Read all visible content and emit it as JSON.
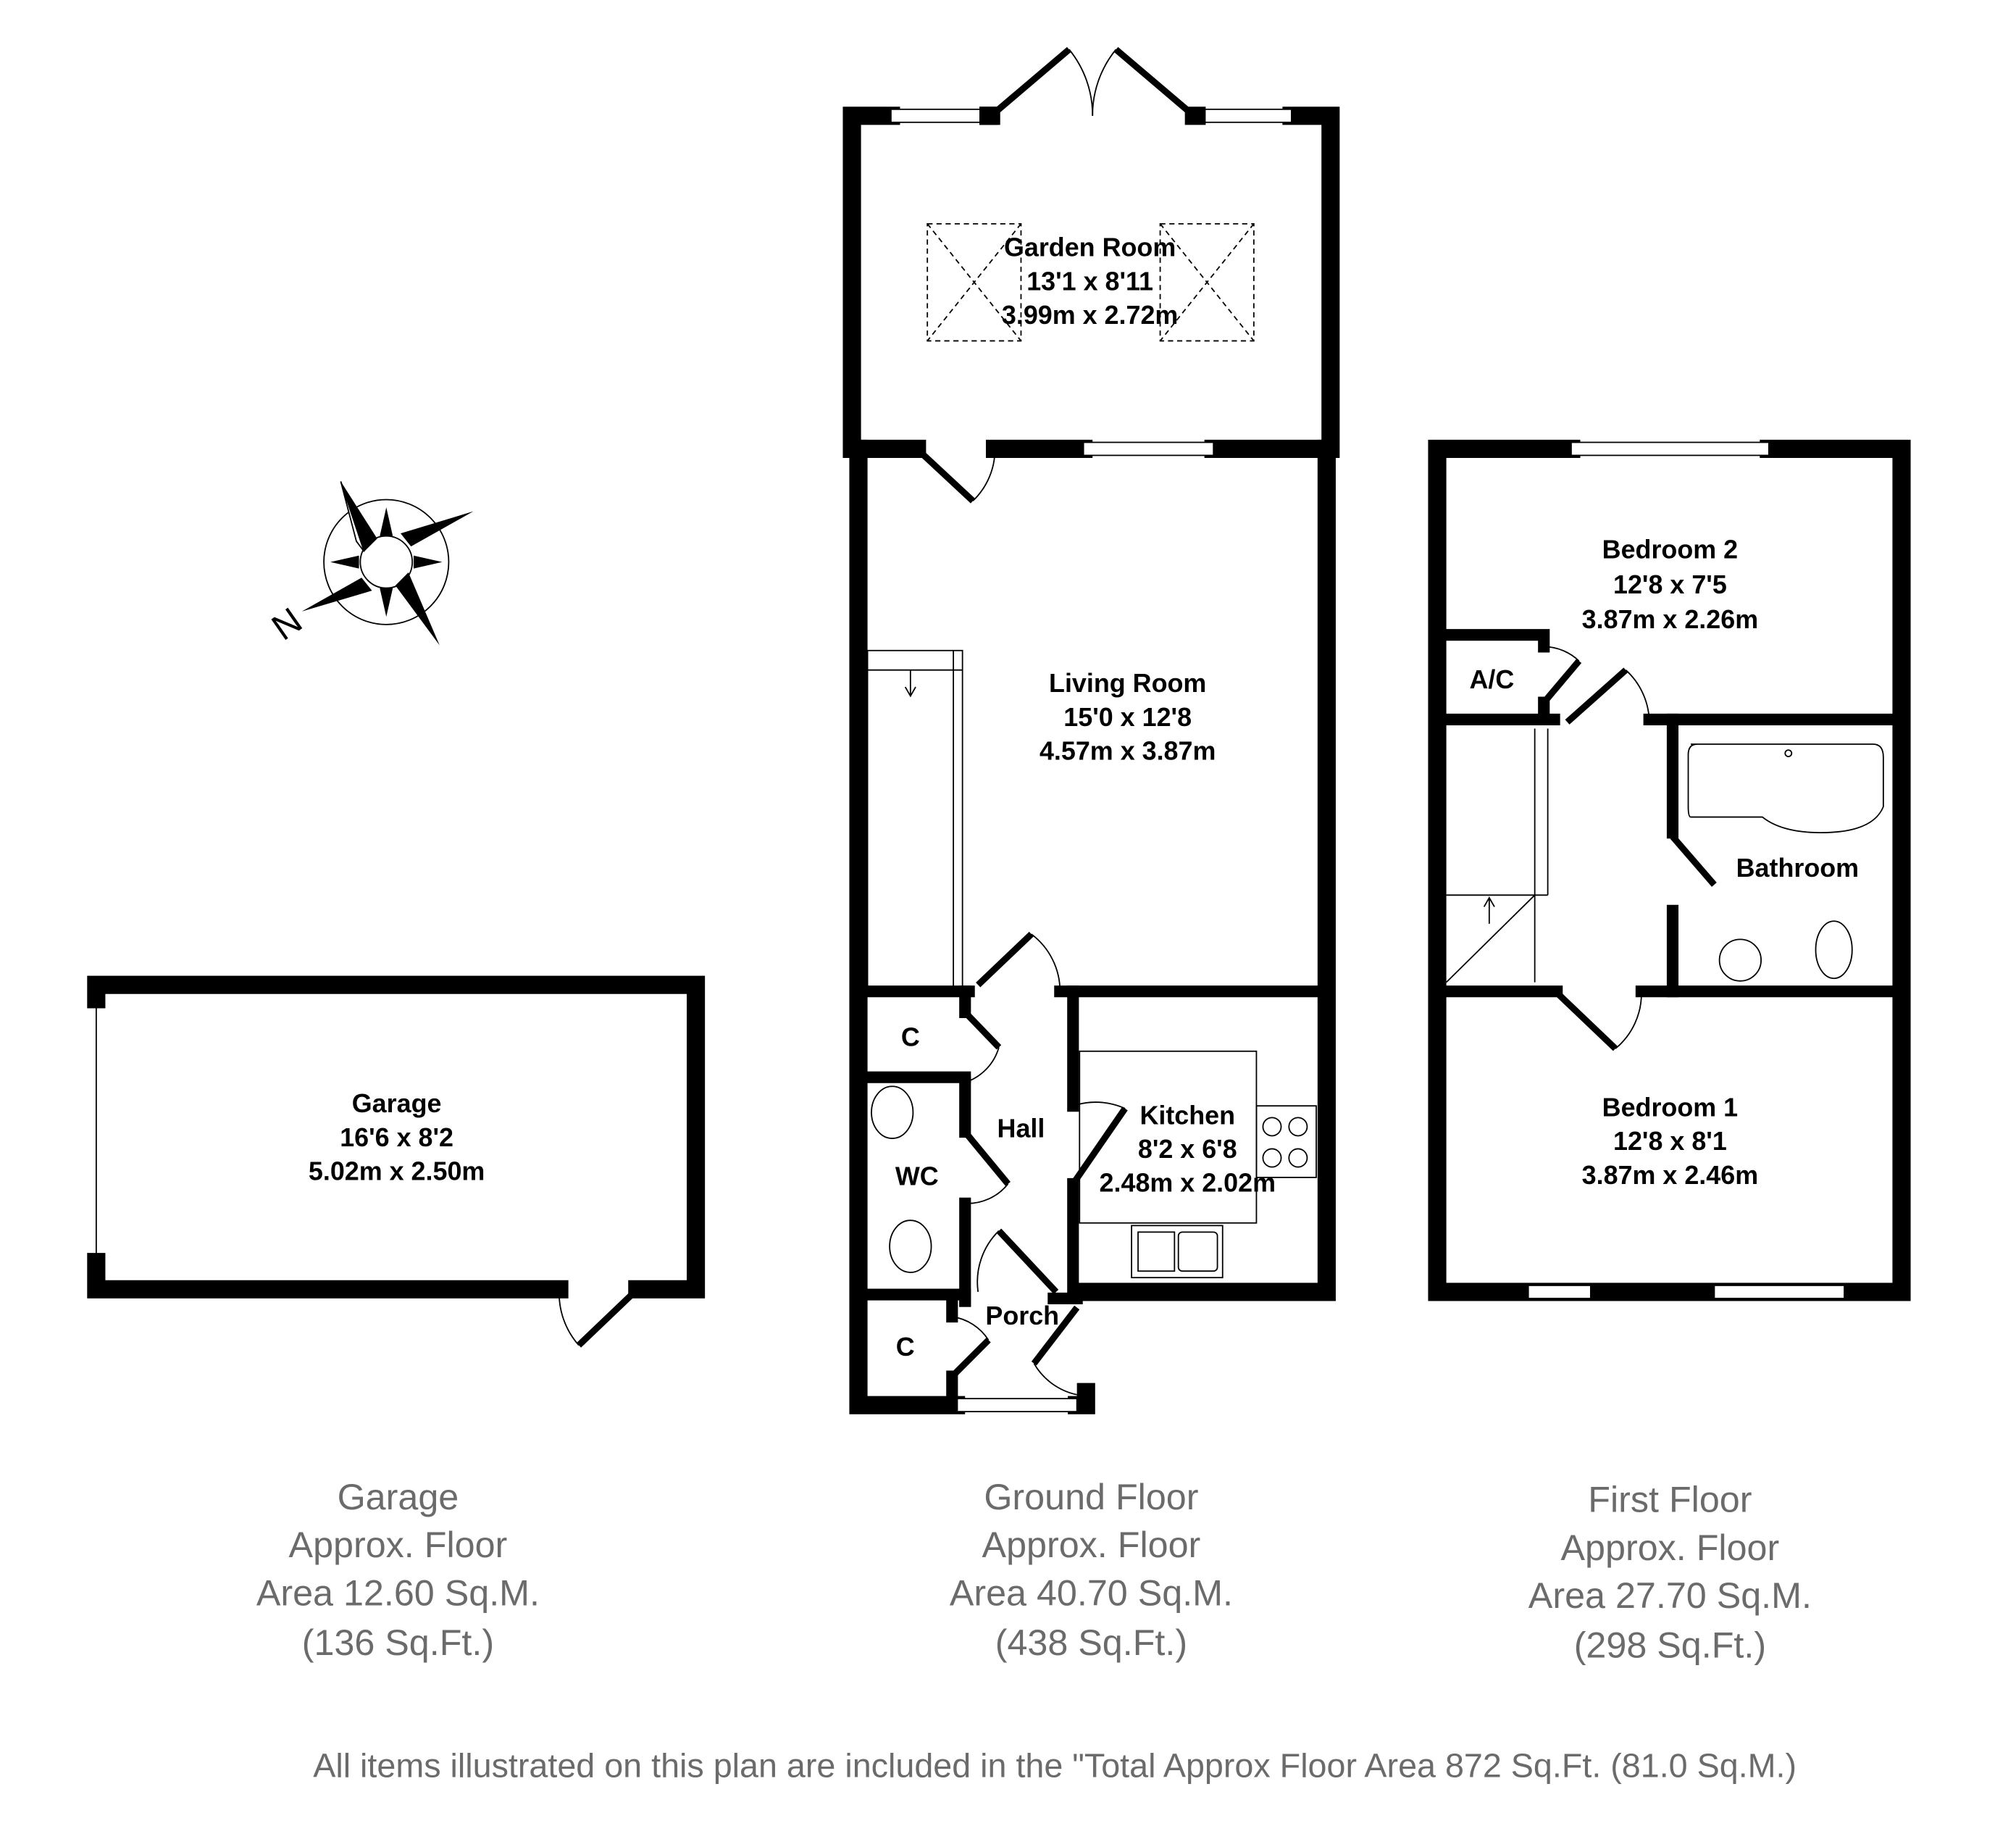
{
  "compass": {
    "label": "N"
  },
  "garage": {
    "name": "Garage",
    "imperial": "16'6 x 8'2",
    "metric": "5.02m x 2.50m"
  },
  "ground_floor": {
    "garden_room": {
      "name": "Garden Room",
      "imperial": "13'1 x 8'11",
      "metric": "3.99m x 2.72m"
    },
    "living_room": {
      "name": "Living Room",
      "imperial": "15'0 x 12'8",
      "metric": "4.57m x 3.87m"
    },
    "kitchen": {
      "name": "Kitchen",
      "imperial": "8'2 x 6'8",
      "metric": "2.48m x 2.02m"
    },
    "hall": "Hall",
    "wc": "WC",
    "porch": "Porch",
    "cupboard1": "C",
    "cupboard2": "C"
  },
  "first_floor": {
    "bedroom2": {
      "name": "Bedroom 2",
      "imperial": "12'8 x 7'5",
      "metric": "3.87m x 2.26m"
    },
    "bedroom1": {
      "name": "Bedroom 1",
      "imperial": "12'8 x 8'1",
      "metric": "3.87m x 2.46m"
    },
    "bathroom": "Bathroom",
    "airing_cupboard": "A/C"
  },
  "areas": {
    "garage": [
      "Garage",
      "Approx. Floor",
      "Area 12.60 Sq.M.",
      "(136 Sq.Ft.)"
    ],
    "ground": [
      "Ground Floor",
      "Approx. Floor",
      "Area 40.70 Sq.M.",
      "(438 Sq.Ft.)"
    ],
    "first": [
      "First Floor",
      "Approx. Floor",
      "Area 27.70 Sq.M.",
      "(298 Sq.Ft.)"
    ]
  },
  "footer": "All items illustrated on this plan are included in the \"Total Approx Floor Area 872 Sq.Ft. (81.0 Sq.M.)"
}
